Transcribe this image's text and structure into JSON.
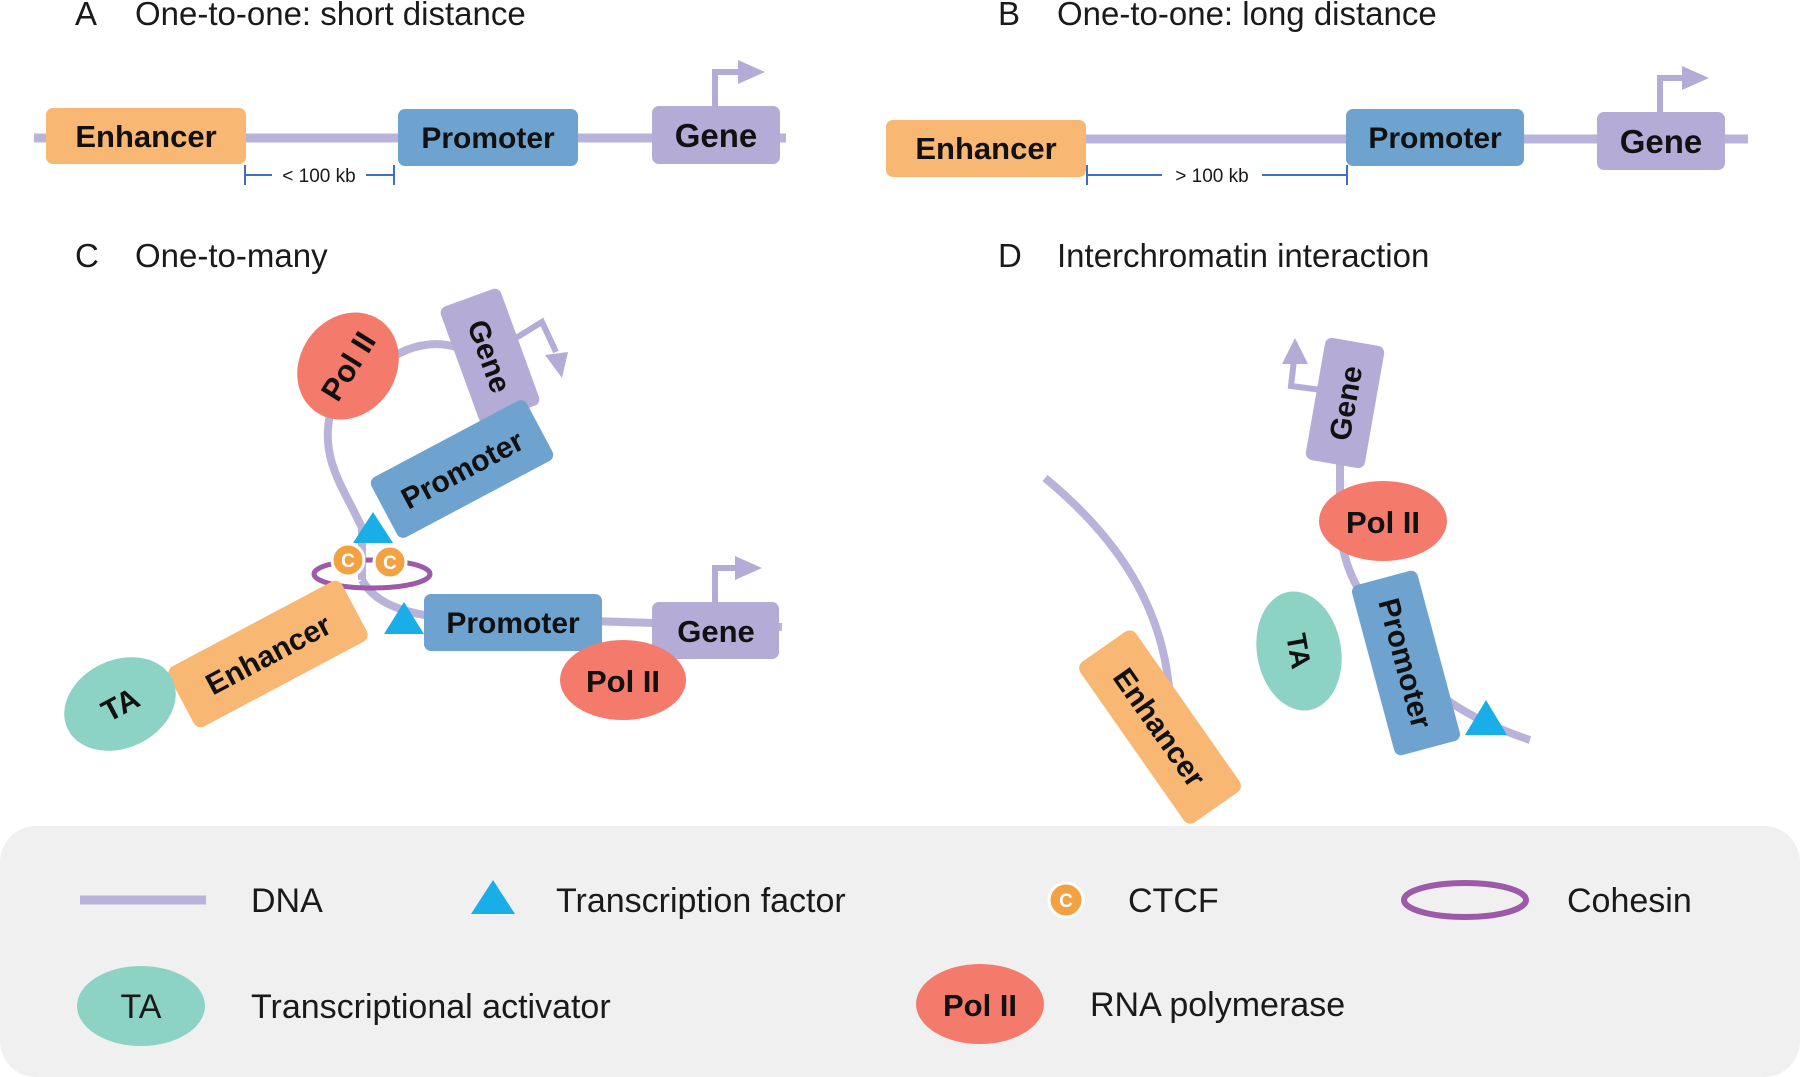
{
  "colors": {
    "dna": "#b9b3d9",
    "enhancer": "#f9b774",
    "promoter": "#6fa3cf",
    "gene": "#b4acd6",
    "pol2": "#f47a6c",
    "ta": "#8dd3c5",
    "tf": "#19aee8",
    "ctcf": "#f3a243",
    "cohesin": "#9c5aa8",
    "legend_bg": "#f0f0f0"
  },
  "panels": {
    "a": {
      "letter": "A",
      "title": "One-to-one: short distance",
      "enhancer": "Enhancer",
      "promoter": "Promoter",
      "gene": "Gene",
      "distance": "< 100 kb"
    },
    "b": {
      "letter": "B",
      "title": "One-to-one: long distance",
      "enhancer": "Enhancer",
      "promoter": "Promoter",
      "gene": "Gene",
      "distance": "> 100 kb"
    },
    "c": {
      "letter": "C",
      "title": "One-to-many",
      "pol2_top": "Pol II",
      "gene_top": "Gene",
      "promoter_top": "Promoter",
      "ctcf_left": "C",
      "ctcf_right": "C",
      "promoter_right": "Promoter",
      "gene_right": "Gene",
      "pol2_bottom": "Pol II",
      "enhancer": "Enhancer",
      "ta": "TA"
    },
    "d": {
      "letter": "D",
      "title": "Interchromatin interaction",
      "gene": "Gene",
      "pol2": "Pol II",
      "ta": "TA",
      "promoter": "Promoter",
      "enhancer": "Enhancer"
    }
  },
  "legend": {
    "dna": "DNA",
    "tf": "Transcription factor",
    "ctcf_symbol": "C",
    "ctcf": "CTCF",
    "cohesin": "Cohesin",
    "ta_symbol": "TA",
    "ta": "Transcriptional activator",
    "pol2_symbol": "Pol II",
    "pol2": "RNA polymerase"
  }
}
